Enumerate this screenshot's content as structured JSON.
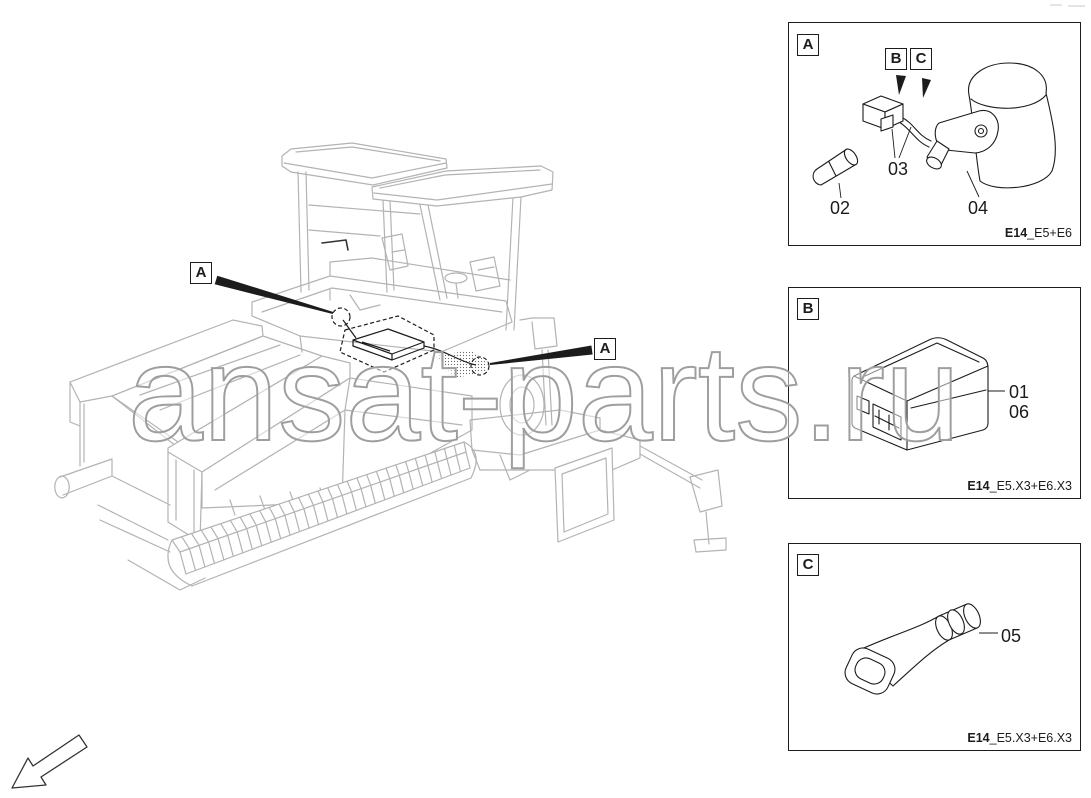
{
  "main_view": {
    "callout_left": "A",
    "callout_right": "A"
  },
  "detail_a": {
    "label": "A",
    "view_labels": [
      "B",
      "C"
    ],
    "part_02": "02",
    "part_03": "03",
    "part_04": "04",
    "caption_code": "E14",
    "caption_suffix": "_E5+E6"
  },
  "detail_b": {
    "label": "B",
    "part_01": "01",
    "part_06": "06",
    "caption_code": "E14",
    "caption_suffix": "_E5.X3+E6.X3"
  },
  "detail_c": {
    "label": "C",
    "part_05": "05",
    "caption_code": "E14",
    "caption_suffix": "_E5.X3+E6.X3"
  },
  "watermark": "ansat-parts.ru",
  "icons": {
    "orientation_arrow": "arrow-down-left-icon"
  },
  "colors": {
    "line": "#b3b3b3",
    "ink": "#1c1c1c",
    "watermark": "#9e9e9e"
  }
}
